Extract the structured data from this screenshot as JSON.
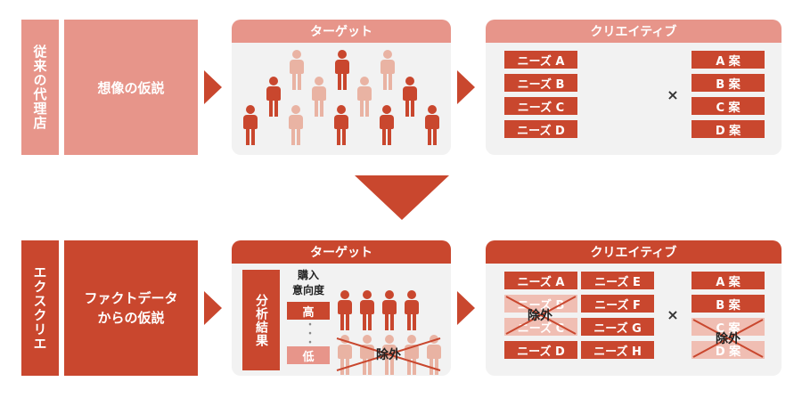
{
  "top": {
    "side_label": "従来の代理店",
    "hypothesis": "想像の仮説",
    "target_title": "ターゲット",
    "creative_title": "クリエイティブ",
    "needs": [
      "ニーズ A",
      "ニーズ B",
      "ニーズ C",
      "ニーズ D"
    ],
    "times": "×",
    "plans": [
      "A 案",
      "B 案",
      "C 案",
      "D 案"
    ]
  },
  "bottom": {
    "side_label": "エクスクリエ",
    "hypothesis_line1": "ファクトデータ",
    "hypothesis_line2": "からの仮説",
    "target_title": "ターゲット",
    "analysis": "分析結果",
    "intent_line1": "購入",
    "intent_line2": "意向度",
    "high": "高",
    "dots": "・・・",
    "low": "低",
    "exclude": "除外",
    "creative_title": "クリエイティブ",
    "needs_left": [
      "ニーズ A",
      "ニーズ B",
      "ニーズ C",
      "ニーズ D"
    ],
    "needs_right": [
      "ニーズ E",
      "ニーズ F",
      "ニーズ G",
      "ニーズ H"
    ],
    "times": "×",
    "plans": [
      "A 案",
      "B 案",
      "C 案",
      "D 案"
    ],
    "exclude_needs": "除外",
    "exclude_plans": "除外"
  },
  "colors": {
    "dark": "#c9472e",
    "light": "#e7958a",
    "pale": "#f0beb3",
    "panel": "#f2f2f2"
  }
}
